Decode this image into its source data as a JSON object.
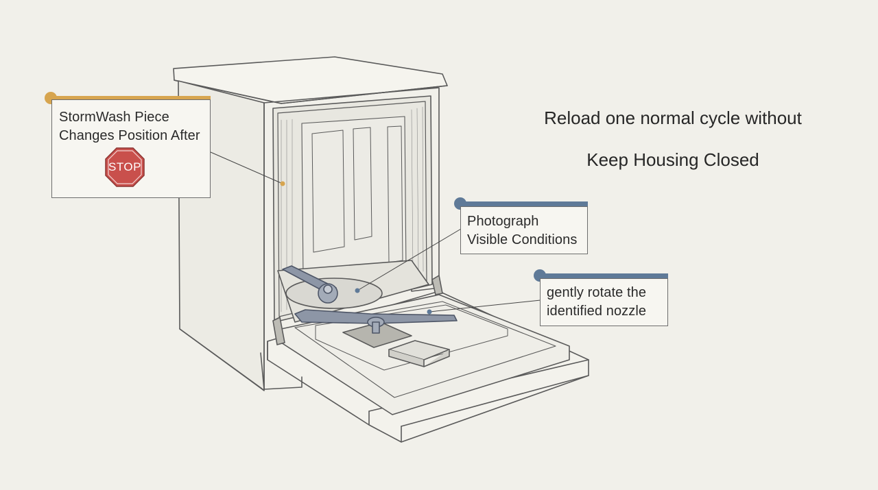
{
  "callouts": {
    "stormwash": {
      "line1": "StormWash Piece",
      "line2": "Changes Position After",
      "stop_sign_text": "STOP",
      "accent_color": "#d7a54f"
    },
    "photograph": {
      "line1": "Photograph",
      "line2": "Visible Conditions",
      "accent_color": "#5f7a98"
    },
    "rotate": {
      "line1": "gently rotate the",
      "line2": "identified nozzle",
      "accent_color": "#5f7a98"
    }
  },
  "instructions": {
    "line1": "Reload one normal cycle without",
    "line2": "Keep Housing Closed"
  },
  "colors": {
    "background": "#f1f0ea",
    "stop_sign": "#c9504c",
    "spray_arm": "#8d96a6",
    "sketch_line": "#5a5a5a"
  }
}
